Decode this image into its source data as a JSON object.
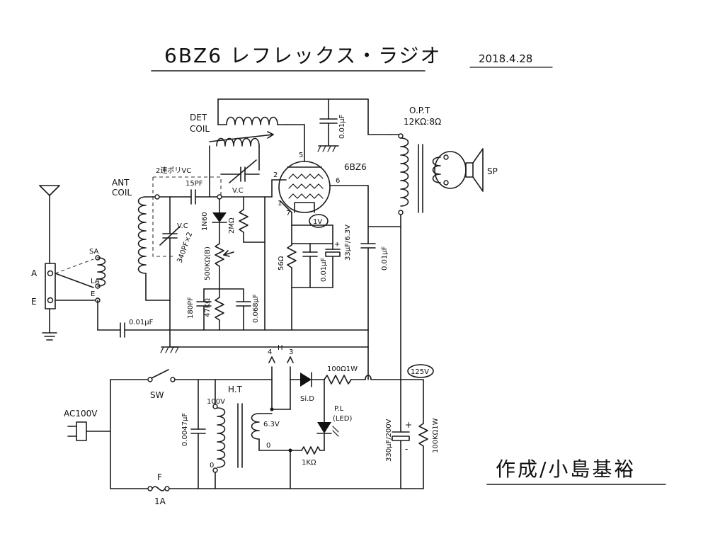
{
  "title": "6BZ6 レフレックス・ラジオ",
  "date": "2018.4.28",
  "author": "作成/小島基裕",
  "labels": {
    "det_coil": [
      "DET",
      "COIL"
    ],
    "ant_coil": [
      "ANT",
      "COIL"
    ],
    "tube": "6BZ6",
    "opt": [
      "O.P.T",
      "12KΩ:8Ω"
    ],
    "speaker": "SP",
    "variable_cap_twin": "2連ポリVC",
    "vc_top": "V.C",
    "vc_left": "V.C",
    "vc_value": "340PF×2",
    "cap_15pf": "15PF",
    "diode_1n60": "1N60",
    "res_2m": "2MΩ",
    "pot_500k": "500KΩ(B)",
    "res_47k": "47KΩ",
    "cap_180pf": "180PF",
    "cap_0068": "0.068μF",
    "cap_001_top": "0.01μF",
    "cap_001_mid": "0.01μF",
    "cap_001_plate": "0.01μF",
    "cap_001_ant": "0.01μF",
    "res_56": "56Ω",
    "cap_33u": "33μF/6.3V",
    "pin_2": "2",
    "pin_5": "5",
    "pin_6": "6",
    "pin_1": "1",
    "pin_7": "7",
    "pin_4": "4",
    "pin_3": "3",
    "volt_1v": "1V",
    "terminal_a": "A",
    "terminal_e": "E",
    "tap_sa": "SA",
    "tap_la": "LA",
    "tap_e": "E",
    "switch": "SW",
    "ac": "AC100V",
    "fuse": "F",
    "fuse_value": "1A",
    "cap_0047": "0.0047μF",
    "ht": "H.T",
    "tap_100v": "100V",
    "tap_0": "0",
    "tap_63v": "6.3V",
    "tap_0b": "0",
    "heater": "H",
    "si_d": "Si.D",
    "res_100": "100Ω1W",
    "volt_125v": "125V",
    "pl_led": [
      "P.L",
      "(LED)"
    ],
    "res_1k": "1KΩ",
    "cap_330u": "330μF/200V",
    "res_100k": "100KΩ1W",
    "plus": "+",
    "minus": "-"
  }
}
